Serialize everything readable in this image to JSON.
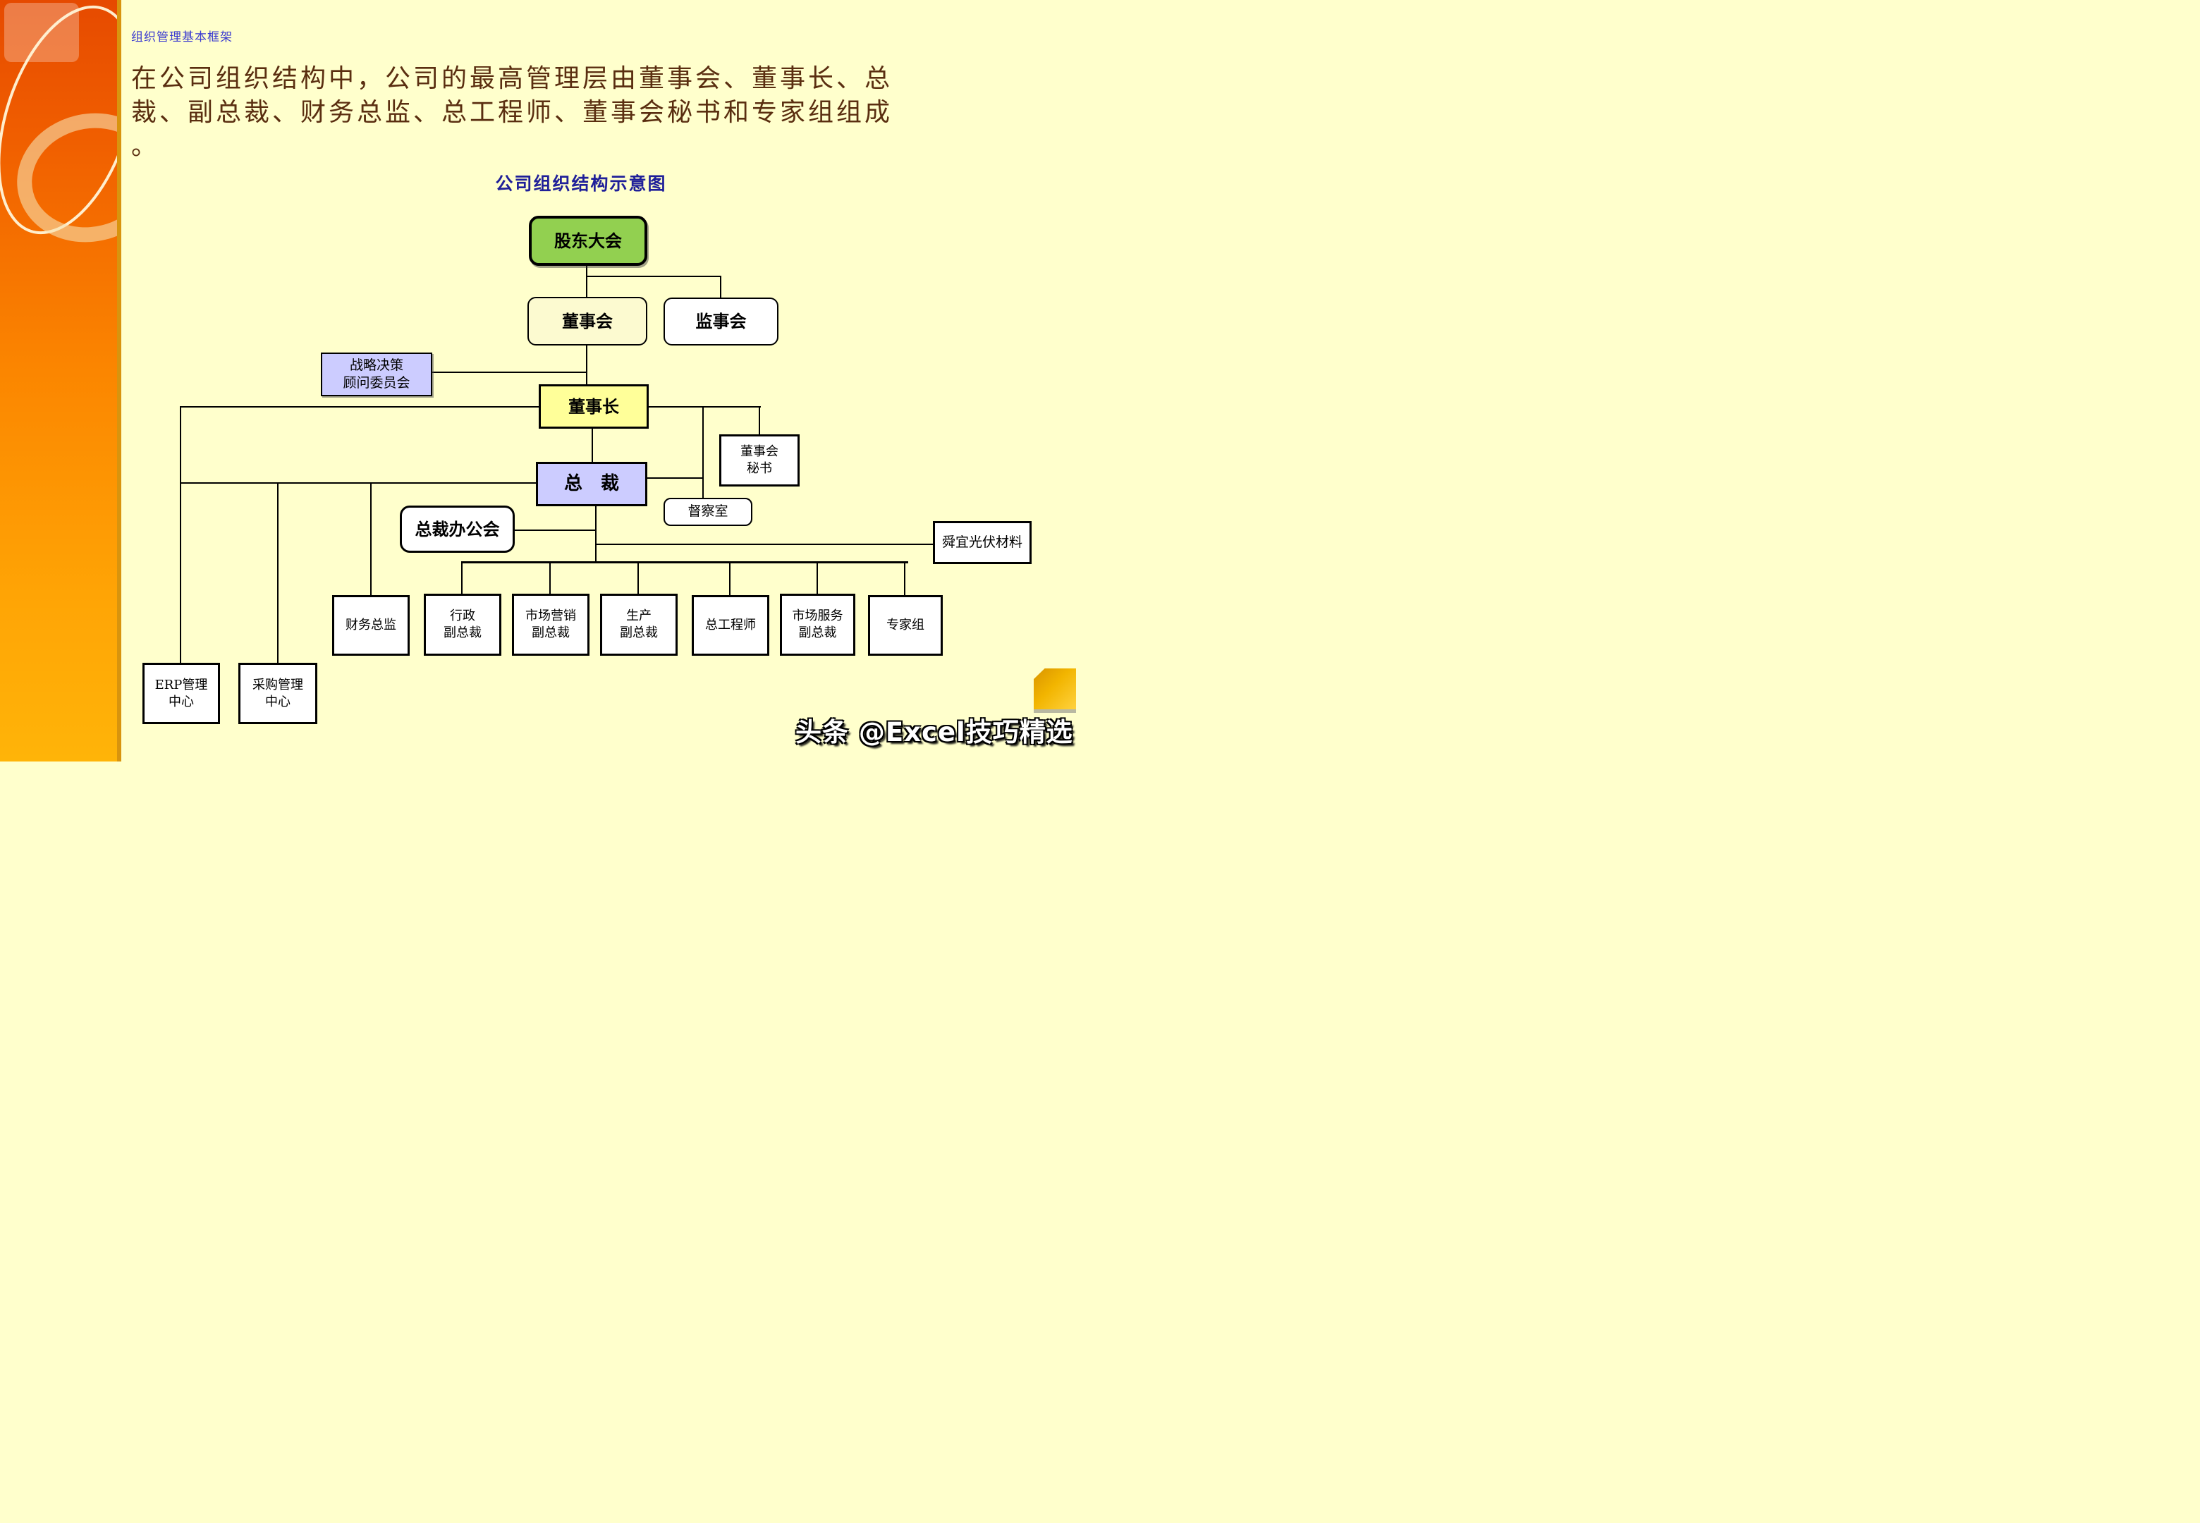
{
  "slide": {
    "eyebrow": "组织管理基本框架",
    "paragraph": "在公司组织结构中，公司的最高管理层由董事会、董事长、总裁、副总裁、财务总监、总工程师、董事会秘书和专家组组成。",
    "chart_title": "公司组织结构示意图",
    "watermark": "头条 @Excel技巧精选"
  },
  "colors": {
    "background": "#FFFFCC",
    "sidebar_top": "#E64A00",
    "sidebar_bottom": "#FFB408",
    "node_green": "#92D050",
    "node_yellow": "#FFFF99",
    "node_lavender": "#CCCCFF",
    "node_cream": "#FCFAD0",
    "node_white": "#FFFFFF",
    "eyebrow_blue": "#3A3AD0",
    "chart_title_navy": "#1F1F99",
    "body_brown": "#5A2E10",
    "connector_black": "#000000"
  },
  "org": {
    "nodes": {
      "shareholders": {
        "label": "股东大会"
      },
      "board": {
        "label": "董事会"
      },
      "supervisors": {
        "label": "监事会"
      },
      "advisory": {
        "label": "战略决策\n顾问委员会"
      },
      "chairman": {
        "label": "董事长"
      },
      "board_secretary": {
        "label": "董事会\n秘书"
      },
      "president": {
        "label": "总　裁"
      },
      "inspection": {
        "label": "督察室"
      },
      "office": {
        "label": "总裁办公会"
      },
      "shunyi": {
        "label": "舜宜光伏材料"
      },
      "cfo": {
        "label": "财务总监"
      },
      "admin_vp": {
        "label": "行政\n副总裁"
      },
      "marketing_vp": {
        "label": "市场营销\n副总裁"
      },
      "production_vp": {
        "label": "生产\n副总裁"
      },
      "chief_engineer": {
        "label": "总工程师"
      },
      "service_vp": {
        "label": "市场服务\n副总裁"
      },
      "experts": {
        "label": "专家组"
      },
      "erp": {
        "label": "ERP管理\n中心"
      },
      "procurement": {
        "label": "采购管理\n中心"
      }
    },
    "edges": [
      [
        "股东大会",
        "董事会"
      ],
      [
        "股东大会",
        "监事会"
      ],
      [
        "董事会",
        "董事长"
      ],
      [
        "战略决策顾问委员会",
        "董事长"
      ],
      [
        "董事长",
        "总裁"
      ],
      [
        "董事长",
        "董事会秘书"
      ],
      [
        "董事长",
        "督察室"
      ],
      [
        "董事长",
        "ERP管理中心"
      ],
      [
        "总裁",
        "总裁办公会"
      ],
      [
        "总裁",
        "舜宜光伏材料"
      ],
      [
        "总裁",
        "财务总监"
      ],
      [
        "总裁",
        "采购管理中心"
      ],
      [
        "总裁",
        "行政副总裁"
      ],
      [
        "总裁",
        "市场营销副总裁"
      ],
      [
        "总裁",
        "生产副总裁"
      ],
      [
        "总裁",
        "总工程师"
      ],
      [
        "总裁",
        "市场服务副总裁"
      ],
      [
        "总裁",
        "专家组"
      ]
    ]
  }
}
